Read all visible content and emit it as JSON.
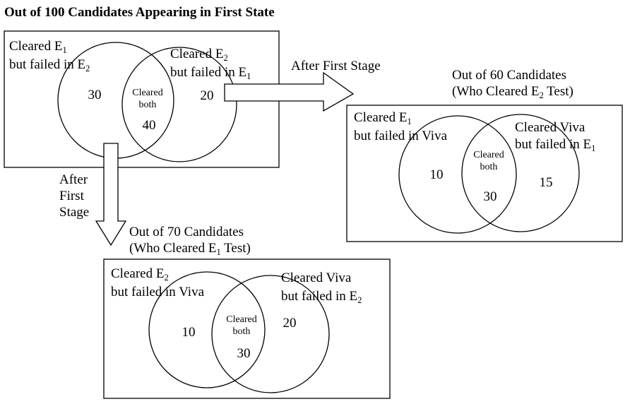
{
  "title": "Out of 100 Candidates Appearing in First State",
  "panel1": {
    "left_label_line1": "Cleared E",
    "left_label_line1_sub": "1",
    "left_label_line2": "but failed in E",
    "left_label_line2_sub": "2",
    "right_label_line1": "Cleared E",
    "right_label_line1_sub": "2",
    "right_label_line2": "but failed in E",
    "right_label_line2_sub": "1",
    "center_label_line1": "Cleared",
    "center_label_line2": "both",
    "left_value": "30",
    "center_value": "40",
    "right_value": "20"
  },
  "arrow_right_label": "After First Stage",
  "arrow_down_label": [
    "After",
    "First",
    "Stage"
  ],
  "panel2": {
    "heading_line1": "Out of 60 Candidates",
    "heading_line2": "(Who Cleared E",
    "heading_line2_sub": "2",
    "heading_line2_end": " Test)",
    "left_label_line1": "Cleared E",
    "left_label_line1_sub": "1",
    "left_label_line2": "but failed in Viva",
    "right_label_line1": "Cleared Viva",
    "right_label_line2": "but failed in E",
    "right_label_line2_sub": "1",
    "center_label_line1": "Cleared",
    "center_label_line2": "both",
    "left_value": "10",
    "center_value": "30",
    "right_value": "15"
  },
  "panel3": {
    "heading_line1": "Out of 70 Candidates",
    "heading_line2": "(Who Cleared E",
    "heading_line2_sub": "1",
    "heading_line2_end": " Test)",
    "left_label_line1": "Cleared E",
    "left_label_line1_sub": "2",
    "left_label_line2": "but failed in Viva",
    "right_label_line1": "Cleared Viva",
    "right_label_line2": "but failed in E",
    "right_label_line2_sub": "2",
    "center_label_line1": "Cleared",
    "center_label_line2": "both",
    "left_value": "10",
    "center_value": "30",
    "right_value": "20"
  },
  "colors": {
    "stroke": "#000000",
    "background": "#ffffff"
  }
}
